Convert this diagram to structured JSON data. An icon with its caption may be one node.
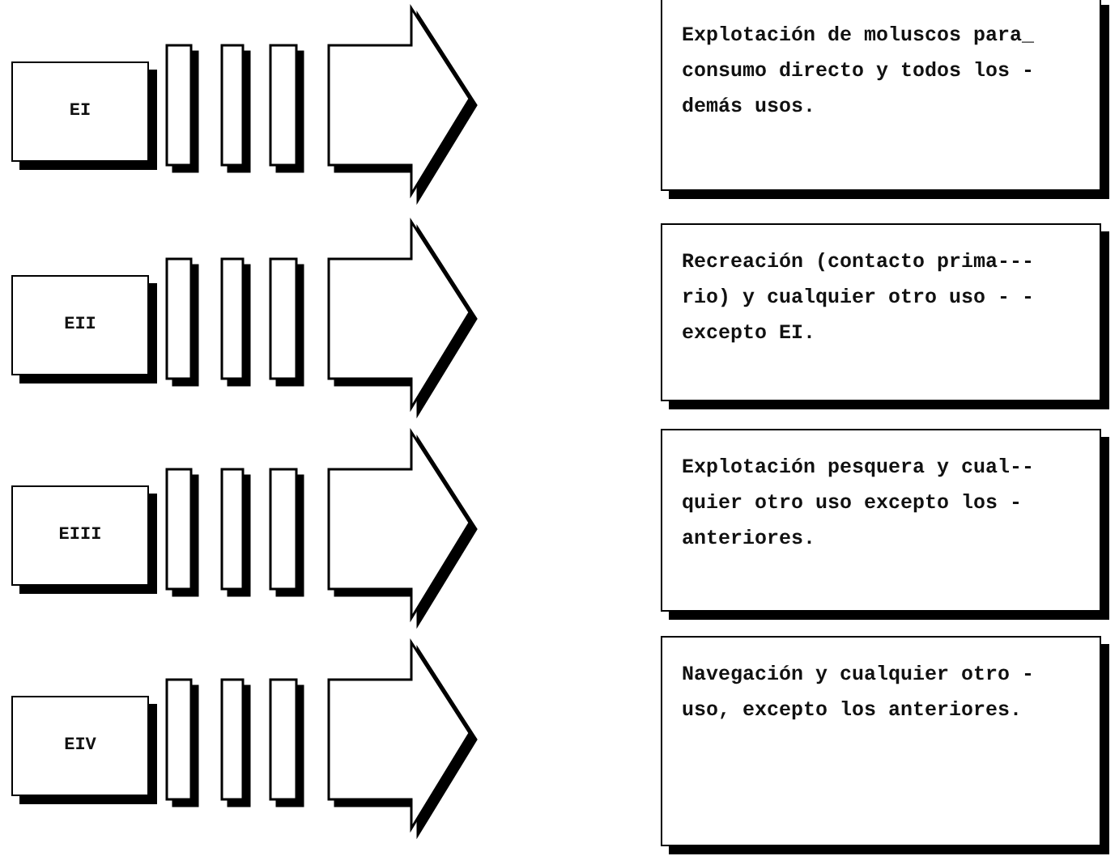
{
  "diagram": {
    "nodes": [
      {
        "text": [
          "EI"
        ]
      },
      {
        "text": [
          "Explotación de moluscos para_ consumo directo y todos los - demás usos."
        ]
      },
      {
        "text": [
          "EII"
        ]
      },
      {
        "text": [
          "Recreación (contacto prima--- rio) y cualquier otro uso - - excepto EI."
        ]
      },
      {
        "text": [
          "EIII"
        ]
      },
      {
        "text": [
          "Explotación pesquera y cual-- quier otro uso excepto los - anteriores."
        ]
      },
      {
        "text": [
          "EIV"
        ]
      },
      {
        "text": [
          "Navegación y cualquier otro - uso, excepto los anteriores."
        ]
      }
    ],
    "edges": [
      {
        "from": 0,
        "to": 1,
        "arrow": "to"
      },
      {
        "from": 2,
        "to": 3,
        "arrow": "to"
      },
      {
        "from": 4,
        "to": 5,
        "arrow": "to"
      },
      {
        "from": 6,
        "to": 7,
        "arrow": "to"
      }
    ]
  }
}
